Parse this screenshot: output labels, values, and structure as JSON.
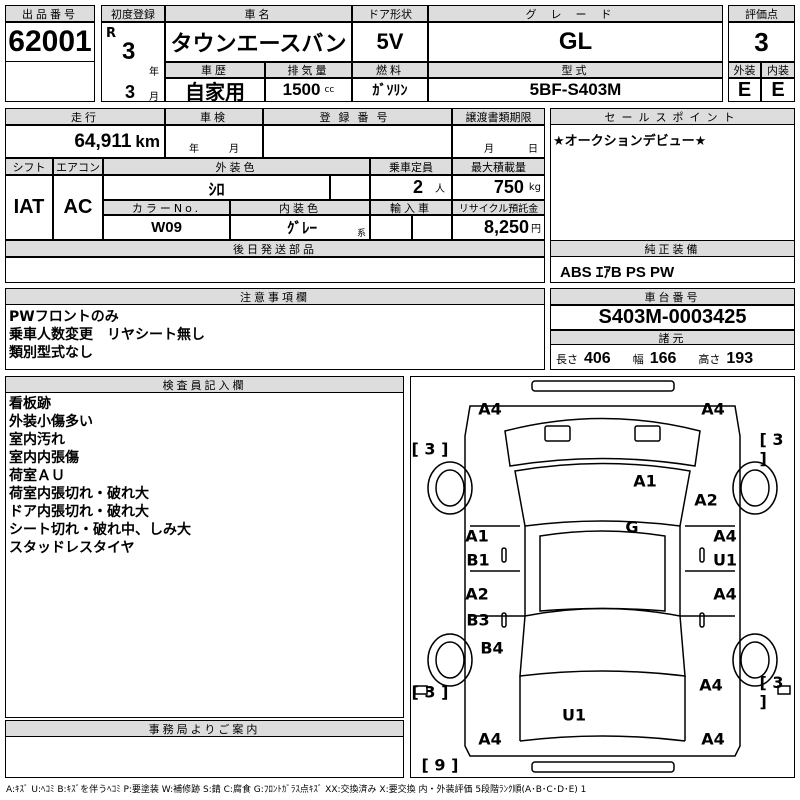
{
  "header": {
    "lot_label": "出品番号",
    "lot": "62001",
    "first_reg_label": "初度登録",
    "era": "R",
    "year": "3",
    "year_unit": "年",
    "month": "3",
    "month_unit": "月",
    "car_name_label": "車名",
    "car_name": "タウンエースバン",
    "door_label": "ドア形状",
    "door": "5V",
    "grade_label": "グレード",
    "grade": "GL",
    "history_label": "車歴",
    "history": "自家用",
    "displacement_label": "排気量",
    "displacement": "1500",
    "displacement_unit": "cc",
    "fuel_label": "燃料",
    "fuel": "ｶﾞｿﾘﾝ",
    "model_label": "型式",
    "model": "5BF-S403M",
    "score_label": "評価点",
    "score": "3",
    "exterior_label": "外装",
    "exterior": "E",
    "interior_label": "内装",
    "interior": "E"
  },
  "details": {
    "mileage_label": "走行",
    "mileage": "64,911",
    "mileage_unit": "km",
    "inspection_label": "車検",
    "inspection_year": "年",
    "inspection_month": "月",
    "reg_no_label": "登録番号",
    "transfer_label": "譲渡書類期限",
    "transfer_month": "月",
    "transfer_day": "日",
    "shift_label": "シフト",
    "shift": "IAT",
    "ac_label": "エアコン",
    "ac": "AC",
    "ext_color_label": "外装色",
    "ext_color": "ｼﾛ",
    "capacity_label": "乗車定員",
    "capacity": "2",
    "capacity_unit": "人",
    "load_label": "最大積載量",
    "load": "750",
    "load_unit": "kg",
    "color_no_label": "カラーNo.",
    "color_no": "W09",
    "int_color_label": "内装色",
    "int_color": "ｸﾞﾚｰ",
    "int_color_suffix": "系",
    "import_label": "輸入車",
    "recycle_label": "リサイクル預託金",
    "recycle": "8,250",
    "recycle_unit": "円",
    "later_parts_label": "後日発送部品"
  },
  "sales": {
    "label": "セールスポイント",
    "text": "★オークションデビュー★",
    "equipment_label": "純正装備",
    "equipment": "ABS ｴｱB PS PW"
  },
  "notes": {
    "label": "注意事項欄",
    "lines": [
      "PWフロントのみ",
      "乗車人数変更　リヤシート無し",
      "類別型式なし"
    ]
  },
  "chassis": {
    "label": "車台番号",
    "number": "S403M-0003425",
    "spec_label": "諸元",
    "length_label": "長さ",
    "length": "406",
    "width_label": "幅",
    "width": "166",
    "height_label": "高さ",
    "height": "193"
  },
  "inspector": {
    "label": "検査員記入欄",
    "lines": [
      "看板跡",
      "外装小傷多い",
      "室内汚れ",
      "室内内張傷",
      "荷室ＡＵ",
      "荷室内張切れ・破れ大",
      "ドア内張切れ・破れ大",
      "シート切れ・破れ中、しみ大",
      "スタッドレスタイヤ"
    ]
  },
  "office": {
    "label": "事務局よりご案内"
  },
  "diagram": {
    "marks": [
      "A4",
      "A4",
      "[ 3 ]",
      "[ 3 ]",
      "A1",
      "A2",
      "G",
      "A1",
      "B1",
      "A4",
      "U1",
      "A2",
      "B3",
      "A4",
      "B4",
      "A4",
      "[ 3 ]",
      "[ 3 ]",
      "U1",
      "A4",
      "A4",
      "[ 9 ]"
    ]
  },
  "legend": "A:ｷｽﾞ U:ﾍｺﾐ B:ｷｽﾞを伴うﾍｺﾐ P:要塗装 W:補修跡 S:錆 C:腐食 G:ﾌﾛﾝﾄｶﾞﾗｽ点ｷｽﾞ XX:交換済み X:要交換 内・外装評価 5段階ﾗﾝｸ順(A･B･C･D･E) 1"
}
